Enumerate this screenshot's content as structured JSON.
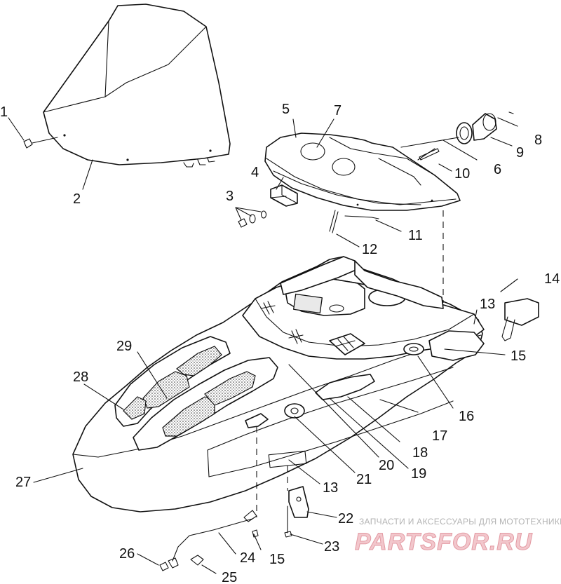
{
  "callouts": [
    {
      "id": "c1",
      "label": "1"
    },
    {
      "id": "c2",
      "label": "2"
    },
    {
      "id": "c3",
      "label": "3"
    },
    {
      "id": "c4",
      "label": "4"
    },
    {
      "id": "c5",
      "label": "5"
    },
    {
      "id": "c6",
      "label": "6"
    },
    {
      "id": "c7",
      "label": "7"
    },
    {
      "id": "c8",
      "label": "8"
    },
    {
      "id": "c9",
      "label": "9"
    },
    {
      "id": "c10",
      "label": "10"
    },
    {
      "id": "c11",
      "label": "11"
    },
    {
      "id": "c12",
      "label": "12"
    },
    {
      "id": "c13a",
      "label": "13"
    },
    {
      "id": "c13b",
      "label": "13"
    },
    {
      "id": "c14",
      "label": "14"
    },
    {
      "id": "c15a",
      "label": "15"
    },
    {
      "id": "c15b",
      "label": "15"
    },
    {
      "id": "c16",
      "label": "16"
    },
    {
      "id": "c17",
      "label": "17"
    },
    {
      "id": "c18",
      "label": "18"
    },
    {
      "id": "c19",
      "label": "19"
    },
    {
      "id": "c20",
      "label": "20"
    },
    {
      "id": "c21",
      "label": "21"
    },
    {
      "id": "c22",
      "label": "22"
    },
    {
      "id": "c23",
      "label": "23"
    },
    {
      "id": "c24",
      "label": "24"
    },
    {
      "id": "c25",
      "label": "25"
    },
    {
      "id": "c26",
      "label": "26"
    },
    {
      "id": "c27",
      "label": "27"
    },
    {
      "id": "c28",
      "label": "28"
    },
    {
      "id": "c29",
      "label": "29"
    }
  ],
  "watermark": {
    "tagline": "ЗАПЧАСТИ И АКСЕССУАРЫ ДЛЯ МОТОТЕХНИКИ",
    "logo": "PARTSFOR.RU",
    "colors": {
      "logo_fill": "#f2c7cc",
      "logo_stroke": "#e39aa3",
      "tagline": "#b3b3b3"
    }
  }
}
